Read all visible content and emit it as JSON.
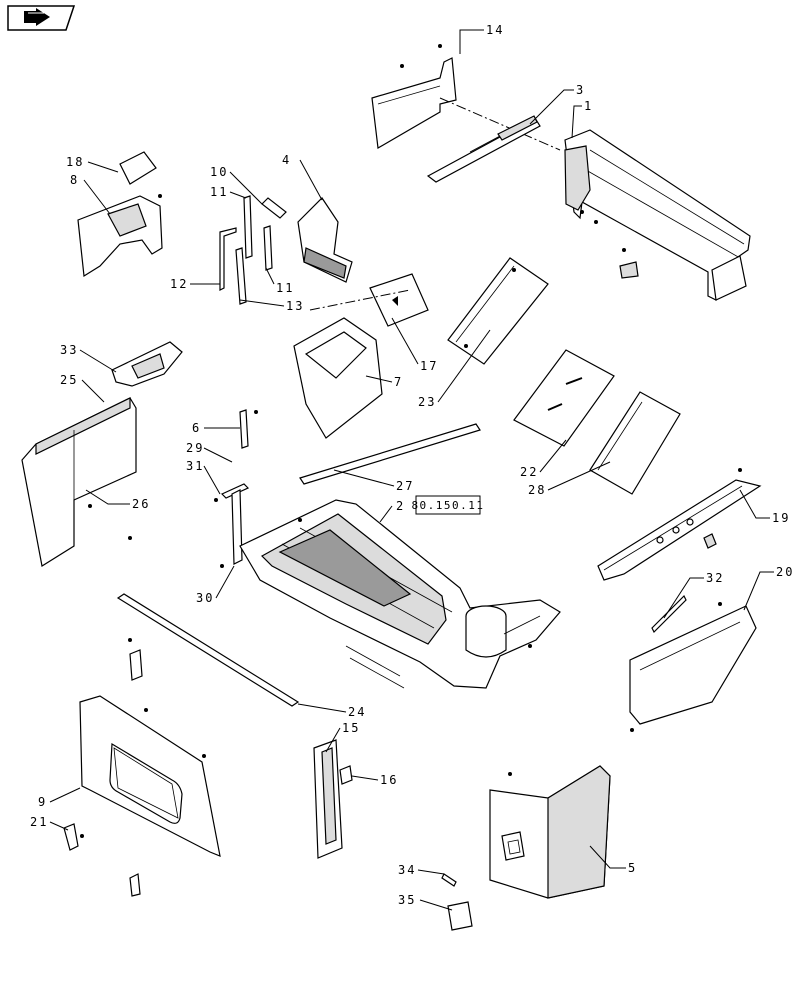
{
  "nav_icon": {
    "name": "previous-page-arrow-icon"
  },
  "reference_box": {
    "text": "80.150.11"
  },
  "callouts": {
    "c1": "1",
    "c2": "2",
    "c3": "3",
    "c4": "4",
    "c5": "5",
    "c6": "6",
    "c7": "7",
    "c8": "8",
    "c9": "9",
    "c10": "10",
    "c11a": "11",
    "c11b": "11",
    "c12": "12",
    "c13": "13",
    "c14": "14",
    "c15": "15",
    "c16": "16",
    "c17": "17",
    "c18": "18",
    "c19": "19",
    "c20": "20",
    "c21": "21",
    "c22": "22",
    "c23": "23",
    "c24": "24",
    "c25": "25",
    "c26": "26",
    "c27": "27",
    "c28": "28",
    "c29": "29",
    "c30": "30",
    "c31": "31",
    "c32": "32",
    "c33": "33",
    "c34": "34",
    "c35": "35"
  }
}
